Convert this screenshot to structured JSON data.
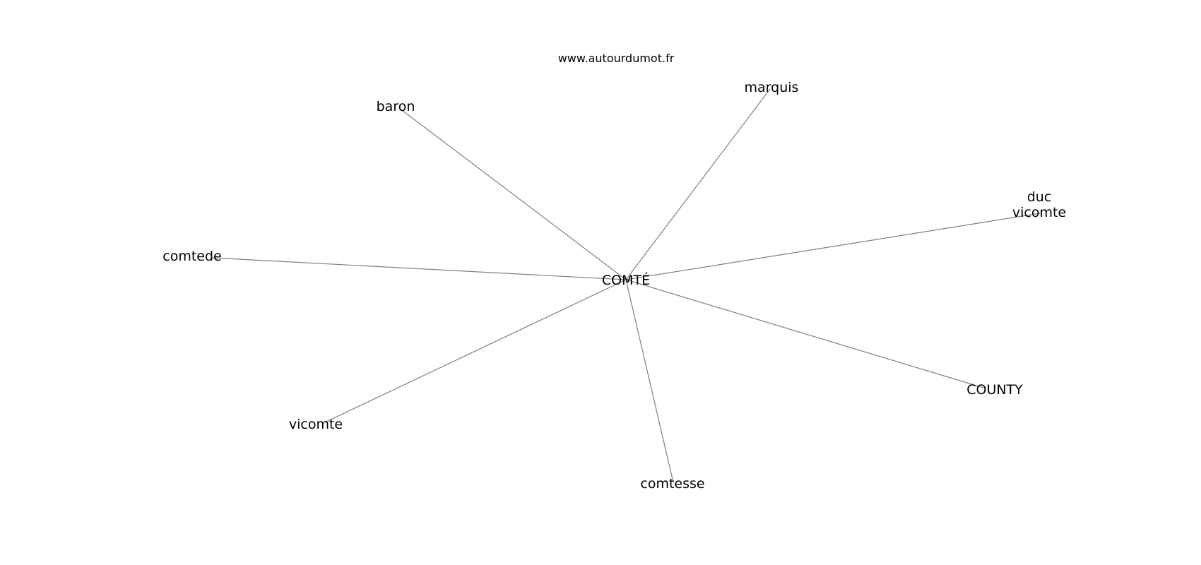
{
  "header": {
    "site": "www.autourdumot.fr"
  },
  "graph": {
    "center": "COMTÉ",
    "neighbors": [
      "baron",
      "marquis",
      "duc\nvicomte",
      "comtede",
      "COUNTY",
      "vicomte",
      "comtesse"
    ]
  }
}
